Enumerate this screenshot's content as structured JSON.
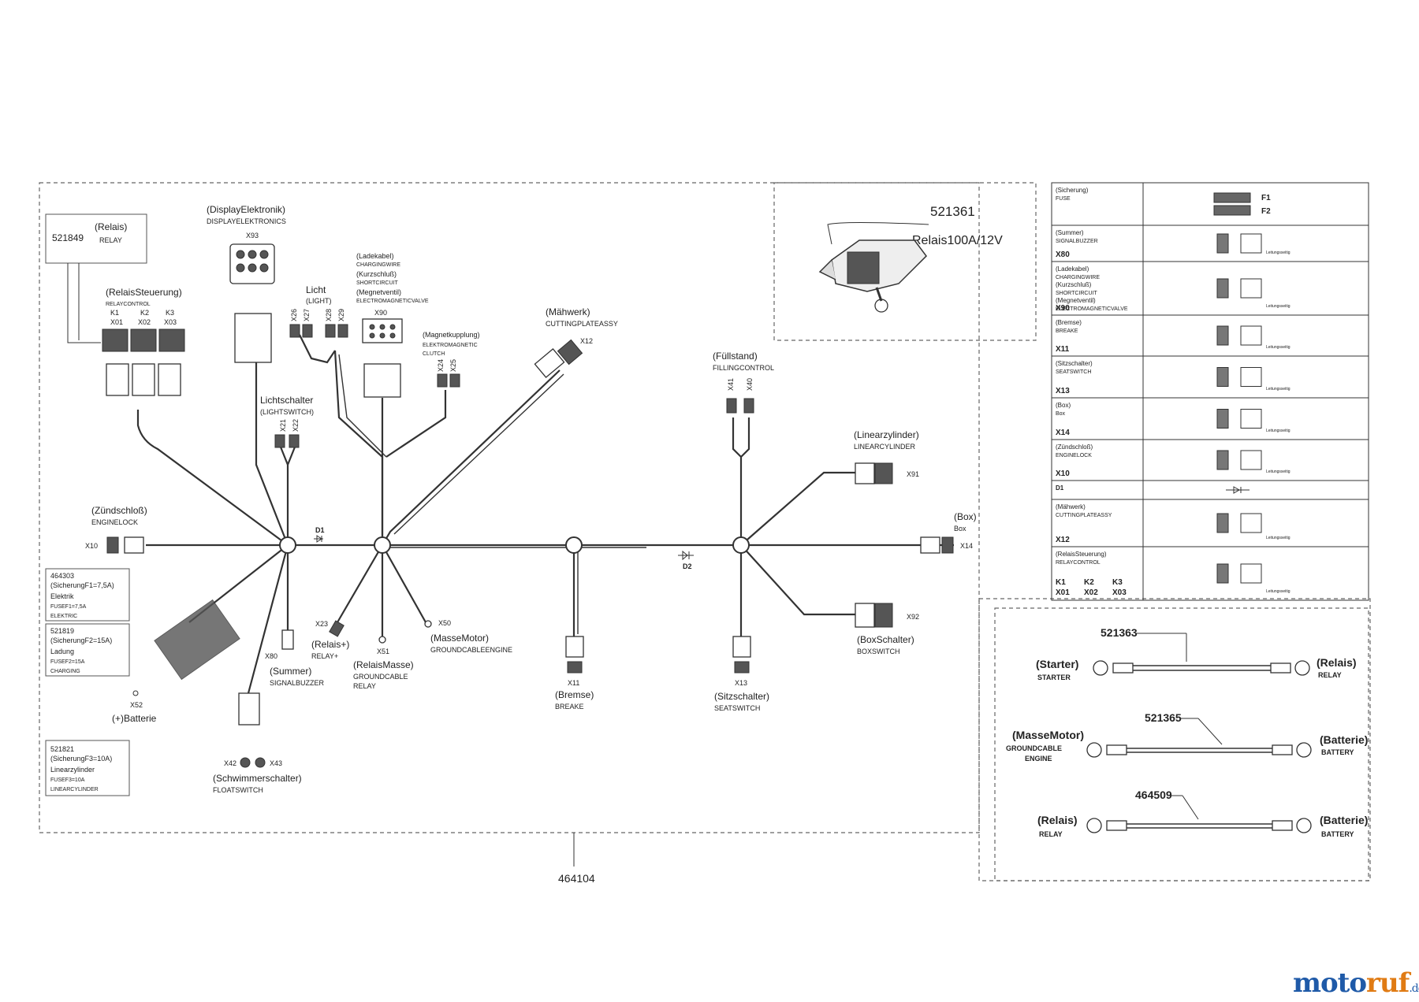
{
  "harness": {
    "part_number": "464104",
    "relay_box": {
      "number": "521849",
      "name_de": "(Relais)",
      "name_en": "RELAY"
    },
    "display": {
      "name_de": "(DisplayElektronik)",
      "name_en": "DISPLAYELEKTRONICS",
      "connector": "X93"
    },
    "relay_control": {
      "name_de": "(RelaisSteuerung)",
      "name_en": "RELAYCONTROL",
      "k": [
        "K1",
        "K2",
        "K3"
      ],
      "x": [
        "X01",
        "X02",
        "X03"
      ]
    },
    "light": {
      "name_de": "Licht",
      "name_en": "(LIGHT)",
      "connectors": [
        "X26",
        "X27",
        "X28",
        "X29"
      ]
    },
    "charging": {
      "l1": "(Ladekabel)",
      "l2": "CHARGINGWIRE",
      "l3": "(Kurzschluß)",
      "l4": "SHORTCIRCUIT",
      "l5": "(Megnetventil)",
      "l6": "ELECTROMAGNETICVALVE",
      "connector": "X90"
    },
    "magnet_clutch": {
      "name_de": "(Magnetkupplung)",
      "name_en1": "ELEKTROMAGNETIC",
      "name_en2": "CLUTCH",
      "connectors": [
        "X24",
        "X25"
      ]
    },
    "cutting": {
      "name_de": "(Mähwerk)",
      "name_en": "CUTTINGPLATEASSY",
      "connector": "X12"
    },
    "light_switch": {
      "name_de": "Lichtschalter",
      "name_en": "(LIGHTSWITCH)",
      "connectors": [
        "X21",
        "X22"
      ]
    },
    "filling": {
      "name_de": "(Füllstand)",
      "name_en": "FILLINGCONTROL",
      "connectors": [
        "X41",
        "X40"
      ]
    },
    "linear": {
      "name_de": "(Linearzylinder)",
      "name_en": "LINEARCYLINDER",
      "connector": "X91"
    },
    "box": {
      "name_de": "(Box)",
      "name_en": "Box",
      "connector": "X14"
    },
    "engine_lock": {
      "name_de": "(Zündschloß)",
      "name_en": "ENGINELOCK",
      "connector": "X10"
    },
    "d1": "D1",
    "d2": "D2",
    "fuse1": {
      "number": "464303",
      "l1": "(SicherungF1=7,5A)",
      "l2": "Elektrik",
      "l3": "FUSEF1=7,5A",
      "l4": "ELEKTRIC"
    },
    "fuse2": {
      "number": "521819",
      "l1": "(SicherungF2=15A)",
      "l2": "Ladung",
      "l3": "FUSEF2=15A",
      "l4": "CHARGING"
    },
    "fuse3": {
      "number": "521821",
      "l1": "(SicherungF3=10A)",
      "l2": "Linearzylinder",
      "l3": "FUSEF3=10A",
      "l4": "LINEARCYLINDER"
    },
    "battery": {
      "connector": "X52",
      "name": "(+)Batterie"
    },
    "summer": {
      "connector": "X80",
      "name_de": "(Summer)",
      "name_en": "SIGNALBUZZER"
    },
    "relay_plus": {
      "connector": "X23",
      "name_de": "(Relais+)",
      "name_en": "RELAY+"
    },
    "relay_mass": {
      "connector": "X51",
      "name_de": "(RelaisMasse)",
      "name_en1": "GROUNDCABLE",
      "name_en2": "RELAY"
    },
    "mass_motor": {
      "connector": "X50",
      "name_de": "(MasseMotor)",
      "name_en": "GROUNDCABLEENGINE"
    },
    "brake": {
      "connector": "X11",
      "name_de": "(Bremse)",
      "name_en": "BREAKE"
    },
    "seat": {
      "connector": "X13",
      "name_de": "(Sitzschalter)",
      "name_en": "SEATSWITCH"
    },
    "box_switch": {
      "connector": "X92",
      "name_de": "(BoxSchalter)",
      "name_en": "BOXSWITCH"
    },
    "float": {
      "connectors": [
        "X42",
        "X43"
      ],
      "name_de": "(Schwimmerschalter)",
      "name_en": "FLOATSWITCH"
    }
  },
  "main_relay": {
    "number": "521361",
    "name": "Relais100A/12V"
  },
  "legend": {
    "rows": [
      {
        "l1": "(Sicherung)",
        "l2": "FUSE",
        "id": "",
        "labels": [
          "F1",
          "F2"
        ]
      },
      {
        "l1": "(Summer)",
        "l2": "SIGNALBUZZER",
        "id": "X80"
      },
      {
        "l1": "(Ladekabel)",
        "l2": "CHARGINGWIRE",
        "l3": "(Kurzschluß)",
        "l4": "SHORTCIRCUIT",
        "l5": "(Megnetventil)",
        "l6": "ELECTROMAGNETICVALVE",
        "id": "X90"
      },
      {
        "l1": "(Bremse)",
        "l2": "BREAKE",
        "id": "X11"
      },
      {
        "l1": "(Sitzschalter)",
        "l2": "SEATSWITCH",
        "id": "X13"
      },
      {
        "l1": "(Box)",
        "l2": "Box",
        "id": "X14"
      },
      {
        "l1": "(Zündschloß)",
        "l2": "ENGINELOCK",
        "id": "X10"
      },
      {
        "l1": "D1",
        "l2": "",
        "id": ""
      },
      {
        "l1": "(Mähwerk)",
        "l2": "CUTTINGPLATEASSY",
        "id": "X12"
      },
      {
        "l1": "(RelaisSteuerung)",
        "l2": "RELAYCONTROL",
        "k": [
          "K1",
          "K2",
          "K3"
        ],
        "x": [
          "X01",
          "X02",
          "X03"
        ]
      }
    ],
    "pin_label": "Leitungsseitig"
  },
  "cables": [
    {
      "number": "521363",
      "left_de": "(Starter)",
      "left_en": "STARTER",
      "right_de": "(Relais)",
      "right_en": "RELAY"
    },
    {
      "number": "521365",
      "left_de": "(MasseMotor)",
      "left_en1": "GROUNDCABLE",
      "left_en2": "ENGINE",
      "right_de": "(Batterie)",
      "right_en": "BATTERY"
    },
    {
      "number": "464509",
      "left_de": "(Relais)",
      "left_en": "RELAY",
      "right_de": "(Batterie)",
      "right_en": "BATTERY"
    }
  ],
  "logo": {
    "part1": "moto",
    "part2": "ruf",
    "part3": ".de"
  }
}
